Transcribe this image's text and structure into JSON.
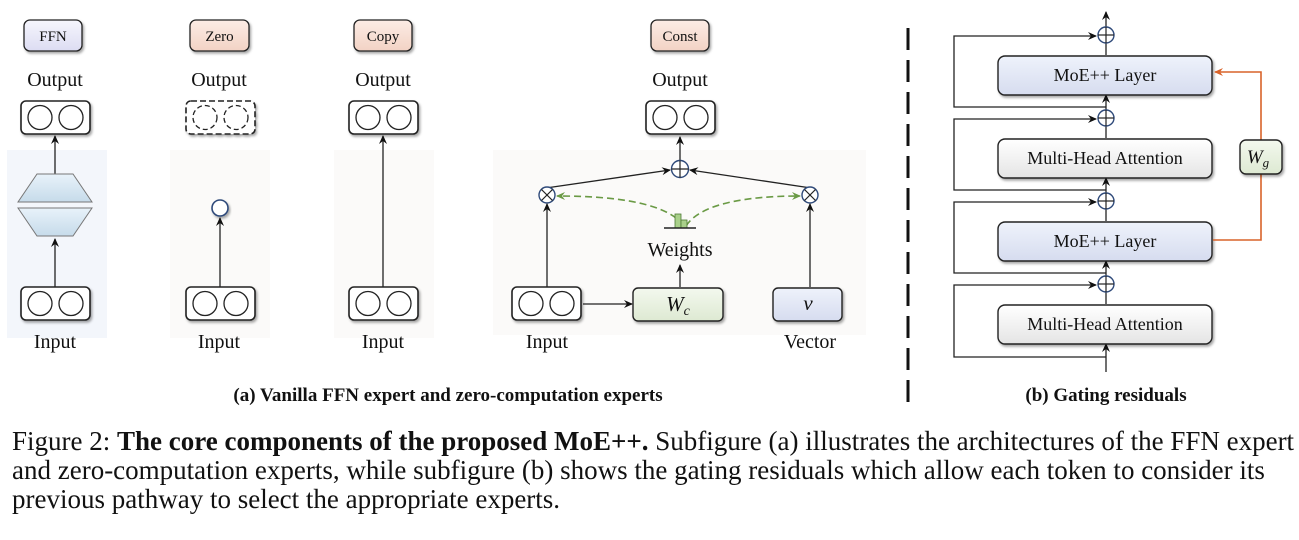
{
  "panel_a": {
    "experts": [
      {
        "tag": "FFN",
        "output_label": "Output",
        "input_label": "Input",
        "tag_color": "#e6e6f7"
      },
      {
        "tag": "Zero",
        "output_label": "Output",
        "input_label": "Input",
        "tag_color": "#f7ddd2"
      },
      {
        "tag": "Copy",
        "output_label": "Output",
        "input_label": "Input",
        "tag_color": "#f7ddd2"
      },
      {
        "tag": "Const",
        "output_label": "Output",
        "input_label": "Input",
        "tag_color": "#f7ddd2",
        "weights_label": "Weights",
        "wc_label": "W",
        "wc_sub": "c",
        "v_label": "v",
        "vector_label": "Vector"
      }
    ],
    "subcaption": "(a) Vanilla FFN expert and zero-computation experts"
  },
  "panel_b": {
    "layers": [
      "MoE++ Layer",
      "Multi-Head Attention",
      "MoE++ Layer",
      "Multi-Head Attention"
    ],
    "wg_label": "W",
    "wg_sub": "g",
    "subcaption": "(b) Gating residuals",
    "gate_color": "#d9632a"
  },
  "caption": {
    "prefix": "Figure 2: ",
    "bold": "The core components of the proposed MoE++.",
    "rest": " Subfigure (a) illustrates the architectures of the FFN expert and zero-computation experts, while subfigure (b) shows the gating residuals which allow each token to consider its previous pathway to select the appropriate experts."
  }
}
